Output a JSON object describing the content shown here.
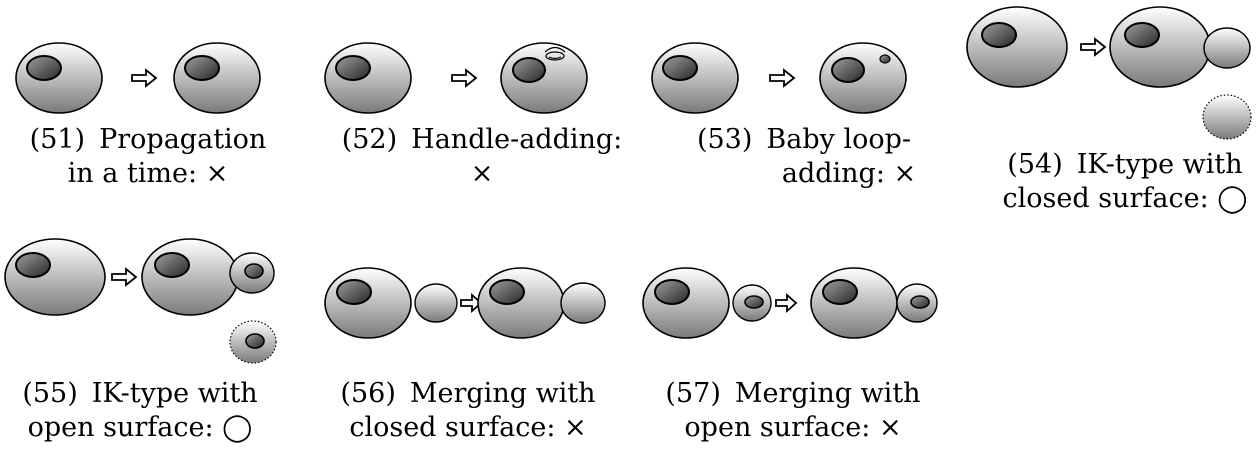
{
  "figures": [
    {
      "number": "(51)",
      "line1": "Propagation",
      "line2": "in a time: ×"
    },
    {
      "number": "(52)",
      "line1": "Handle-adding:",
      "line2": "×"
    },
    {
      "number": "(53)",
      "line1": "Baby loop-",
      "line2": "adding: ×"
    },
    {
      "number": "(54)",
      "line1": "IK-type with",
      "line2": "closed surface: ◯"
    },
    {
      "number": "(55)",
      "line1": "IK-type with",
      "line2": "open surface: ◯"
    },
    {
      "number": "(56)",
      "line1": "Merging with",
      "line2": "closed surface: ×"
    },
    {
      "number": "(57)",
      "line1": "Merging with",
      "line2": "open surface: ×"
    }
  ],
  "colors": {
    "blob_light": "#ffffff",
    "blob_dark": "#7a7a7a",
    "hole_light": "#9a9a9a",
    "hole_dark": "#2a2a2a",
    "outline": "#000000"
  },
  "icons": [
    "right-double-arrow-icon"
  ]
}
